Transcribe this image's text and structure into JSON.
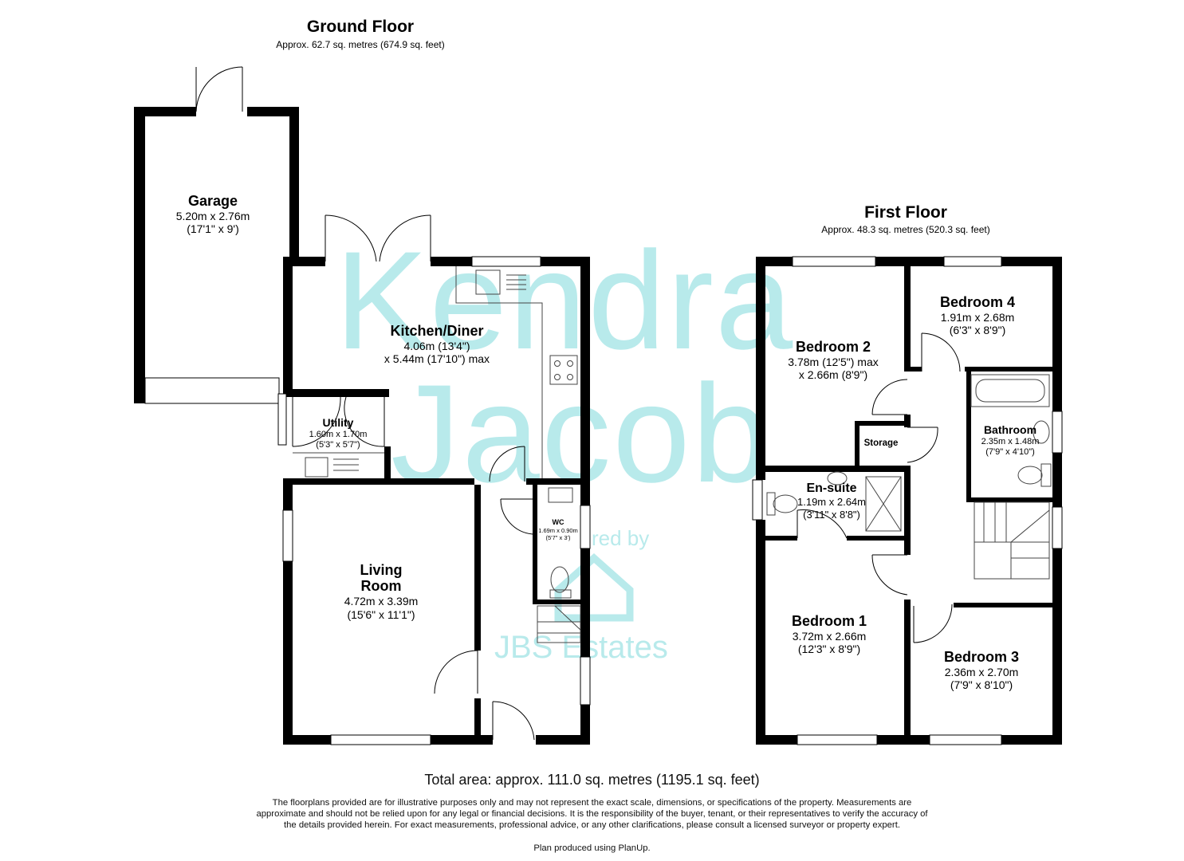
{
  "ground_floor": {
    "title": "Ground Floor",
    "area": "Approx. 62.7 sq. metres (674.9 sq. feet)",
    "rooms": {
      "garage": {
        "name": "Garage",
        "dim1": "5.20m x 2.76m",
        "dim2": "(17'1\" x 9')"
      },
      "kitchen": {
        "name": "Kitchen/Diner",
        "dim1": "4.06m (13'4\")",
        "dim2": "x 5.44m (17'10\") max"
      },
      "utility": {
        "name": "Utility",
        "dim1": "1.60m x 1.70m",
        "dim2": "(5'3\" x 5'7\")"
      },
      "wc": {
        "name": "WC",
        "dim1": "1.69m x 0.90m",
        "dim2": "(5'7\" x 3')"
      },
      "living": {
        "name1": "Living",
        "name2": "Room",
        "dim1": "4.72m x 3.39m",
        "dim2": "(15'6\" x 11'1\")"
      }
    }
  },
  "first_floor": {
    "title": "First Floor",
    "area": "Approx. 48.3 sq. metres (520.3 sq. feet)",
    "rooms": {
      "bed4": {
        "name": "Bedroom 4",
        "dim1": "1.91m x 2.68m",
        "dim2": "(6'3\" x 8'9\")"
      },
      "bed2": {
        "name": "Bedroom 2",
        "dim1": "3.78m (12'5\") max",
        "dim2": "x 2.66m (8'9\")"
      },
      "bathroom": {
        "name": "Bathroom",
        "dim1": "2.35m x 1.48m",
        "dim2": "(7'9\" x 4'10\")"
      },
      "storage": {
        "name": "Storage"
      },
      "ensuite": {
        "name": "En-suite",
        "dim1": "1.19m x 2.64m",
        "dim2": "(3'11\" x 8'8\")"
      },
      "bed1": {
        "name": "Bedroom 1",
        "dim1": "3.72m x 2.66m",
        "dim2": "(12'3\" x 8'9\")"
      },
      "bed3": {
        "name": "Bedroom 3",
        "dim1": "2.36m x 2.70m",
        "dim2": "(7'9\" x 8'10\")"
      }
    }
  },
  "watermark": {
    "line1": "Kendra",
    "line2": "Jacob",
    "line3": "red by",
    "line4": "JBS Estates",
    "color": "#7fd9dc"
  },
  "colors": {
    "wall": "#000000",
    "fixture": "#444444"
  },
  "footer": {
    "total": "Total area: approx. 111.0 sq. metres (1195.1 sq. feet)",
    "disclaimer": [
      "The floorplans provided are for illustrative purposes only and may not represent the exact scale, dimensions, or specifications of the property. Measurements are",
      "approximate and should not be relied upon for any legal or financial decisions. It is the responsibility of the buyer, tenant, or their representatives to verify the accuracy of",
      "the details provided herein.  For exact measurements, professional advice, or any other clarifications, please consult a licensed surveyor or property expert."
    ],
    "producer": "Plan produced using PlanUp."
  }
}
